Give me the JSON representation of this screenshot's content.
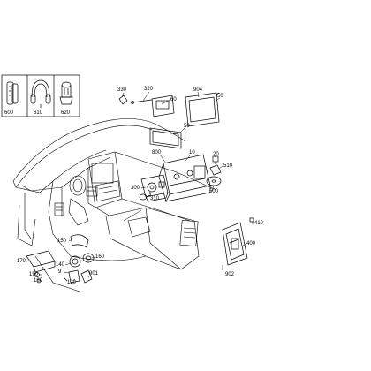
{
  "accessories": [
    {
      "id": "headphones-ir",
      "part": "600"
    },
    {
      "id": "headphones-wired",
      "part": "610"
    },
    {
      "id": "adapter",
      "part": "620"
    }
  ],
  "parts": {
    "p330": "330",
    "p320": "320",
    "p60": "60",
    "p904": "904",
    "p50a": "50",
    "p50b": "50",
    "p800": "800",
    "p10": "10",
    "p20": "20",
    "p510": "510",
    "p300": "300",
    "p500": "500",
    "p3": "3",
    "p310": "310",
    "p410": "410",
    "p400": "400",
    "p150": "150",
    "p170": "170",
    "p160": "160",
    "p140": "140",
    "p9": "9",
    "p190": "190",
    "p180": "180",
    "p120": "120",
    "p901": "901",
    "p902": "902"
  }
}
